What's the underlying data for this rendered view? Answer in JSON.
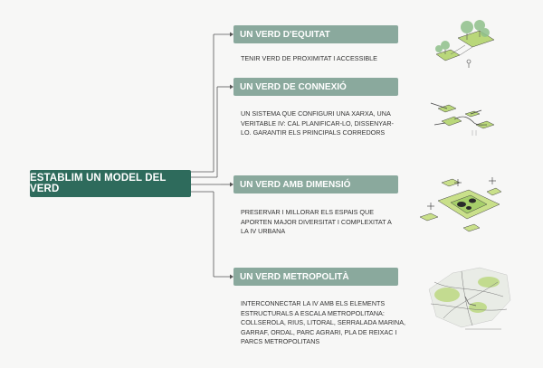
{
  "root": {
    "label": "ESTABLIM UN MODEL DEL VERD"
  },
  "branches": [
    {
      "title": "UN VERD D'EQUITAT",
      "desc": [
        "TENIR VERD DE PROXIMITAT I ACCESSIBLE"
      ]
    },
    {
      "title": "UN VERD DE CONNEXIÓ",
      "desc": [
        "UN SISTEMA QUE CONFIGURI UNA XARXA, UNA",
        "VERITABLE IV: CAL PLANIFICAR-LO, DISSENYAR-",
        "LO. GARANTIR ELS PRINCIPALS CORREDORS"
      ]
    },
    {
      "title": "UN VERD AMB DIMENSIÓ",
      "desc": [
        "PRESERVAR I MILLORAR ELS ESPAIS QUE",
        "APORTEN MAJOR DIVERSITAT I COMPLEXITAT A",
        "LA IV URBANA"
      ]
    },
    {
      "title": "UN VERD METROPOLITÀ",
      "desc": [
        "INTERCONNECTAR LA IV AMB ELS ELEMENTS",
        "ESTRUCTURALS A ESCALA METROPOLITANA:",
        "COLLSEROLA, RIUS, LITORAL, SERRALADA MARINA,",
        "GARRAF, ORDAL, PARC AGRARI, PLA DE REIXAC I",
        "PARCS METROPOLITANS"
      ]
    }
  ],
  "colors": {
    "root": "#2e6b5c",
    "branch": "#8aa99d",
    "connector": "#555555",
    "green_fill": "#b9d77a",
    "tree": "#8fc08a"
  }
}
